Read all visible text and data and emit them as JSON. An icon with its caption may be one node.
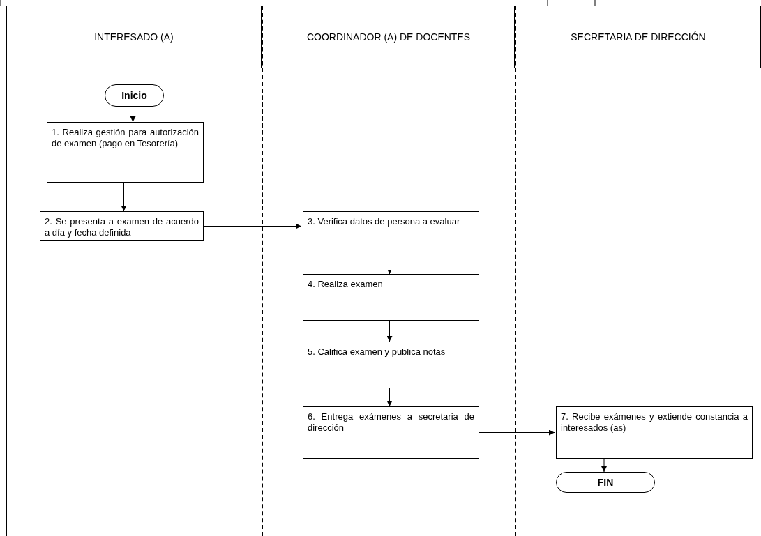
{
  "diagram": {
    "nodes": [
      {
        "text": [
          "INTERESADO (A)"
        ]
      },
      {
        "text": [
          "COORDINADOR (A) DE DOCENTES"
        ]
      },
      {
        "text": [
          "SECRETARIA DE DIRECCIÓN"
        ]
      },
      {
        "text": [
          "Inicio"
        ],
        "in": 0
      },
      {
        "text": [
          "1. Realiza gestión para autorización de examen (pago en Tesorería)"
        ],
        "in": 0
      },
      {
        "text": [
          "2. Se presenta a examen de acuerdo a día y fecha definida"
        ],
        "in": 0
      },
      {
        "text": [
          "3. Verifica datos de persona a evaluar"
        ],
        "in": 1
      },
      {
        "text": [
          "4. Realiza examen"
        ],
        "in": 1
      },
      {
        "text": [
          "5. Califica examen y publica notas"
        ],
        "in": 1
      },
      {
        "text": [
          "6. Entrega exámenes a secretaria de dirección"
        ],
        "in": 1
      },
      {
        "text": [
          "7. Recibe exámenes y extiende constancia a interesados (as)"
        ],
        "in": 2
      },
      {
        "text": [
          "FIN"
        ],
        "in": 2
      }
    ],
    "edges": [
      {
        "from": 3,
        "to": 4,
        "arrow": "to"
      },
      {
        "from": 4,
        "to": 5,
        "arrow": "to"
      },
      {
        "from": 5,
        "to": 6,
        "arrow": "to"
      },
      {
        "from": 6,
        "to": 7,
        "arrow": "to"
      },
      {
        "from": 7,
        "to": 8,
        "arrow": "to"
      },
      {
        "from": 8,
        "to": 9,
        "arrow": "to"
      },
      {
        "from": 9,
        "to": 10,
        "arrow": "to"
      },
      {
        "from": 10,
        "to": 11,
        "arrow": "to"
      }
    ]
  }
}
